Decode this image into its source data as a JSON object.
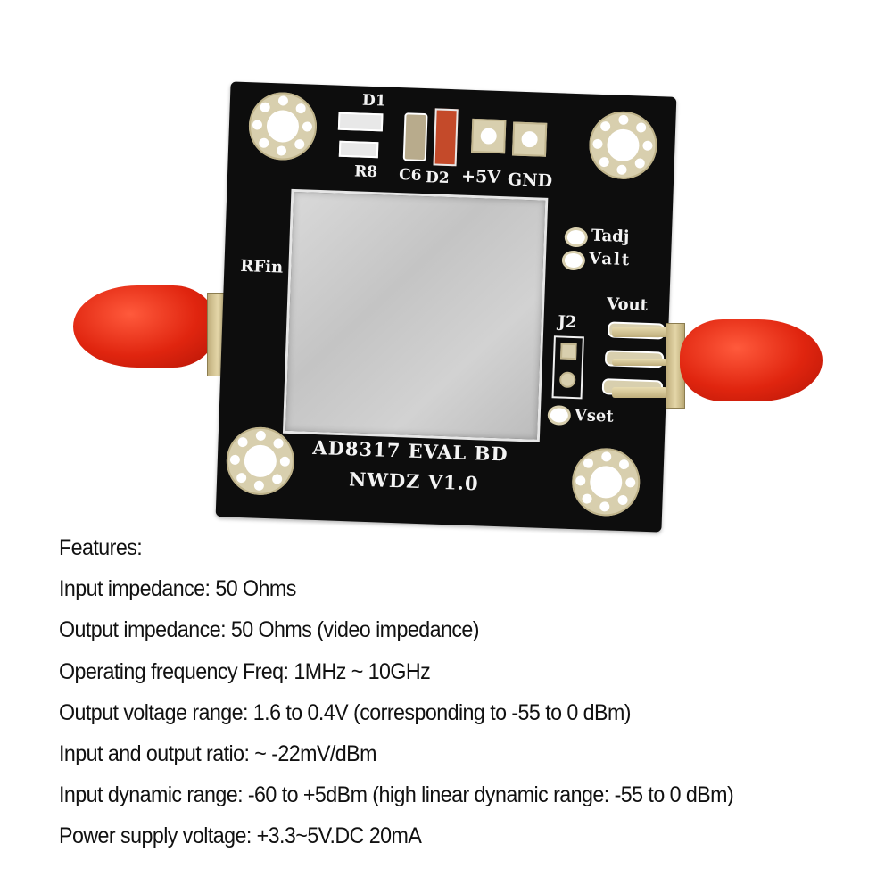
{
  "product": {
    "board_silkscreen": {
      "title_line1": "AD8317 EVAL BD",
      "title_line2": "NWDZ V1.0",
      "components": [
        "D1",
        "R8",
        "C6",
        "D2"
      ],
      "power_labels": [
        "+5V",
        "GND"
      ],
      "right_labels": [
        "Tadj",
        "Valt",
        "Vout",
        "J2",
        "Vset"
      ],
      "left_labels": [
        "RFin"
      ]
    },
    "connectors": [
      {
        "name": "RF input SMA",
        "cap_color": "#e0250f"
      },
      {
        "name": "RF output SMA",
        "cap_color": "#e0250f"
      }
    ],
    "colors": {
      "pcb": "#0d0d0d",
      "pad_gold": "#d8cfae",
      "shield": "#cfcfcf",
      "silkscreen": "#f4f4f4"
    }
  },
  "features": {
    "heading": "Features:",
    "lines": [
      "Input impedance: 50 Ohms",
      "Output impedance: 50 Ohms (video impedance)",
      "Operating frequency Freq: 1MHz ~ 10GHz",
      "Output voltage range: 1.6 to 0.4V (corresponding to -55 to 0 dBm)",
      "Input and output ratio: ~ -22mV/dBm",
      "Input dynamic range: -60 to +5dBm (high linear dynamic range: -55 to 0 dBm)",
      "Power supply voltage: +3.3~5V.DC  20mA"
    ]
  }
}
